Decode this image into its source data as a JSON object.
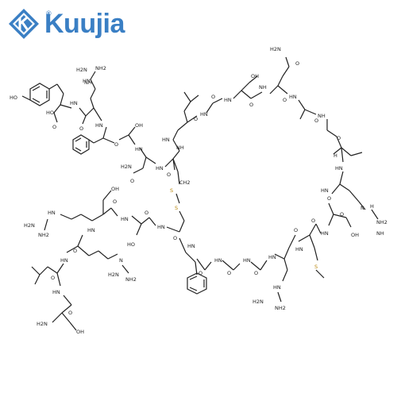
{
  "brand": {
    "name": "Kuujia",
    "registered_mark": "®",
    "icon": "kuujia-k-logo-icon",
    "color": "#3a7fc4"
  },
  "structure": {
    "bond_color": "#222222",
    "sulfur_color": "#b8860b",
    "atom_labels": {
      "ho": "HO",
      "oh": "OH",
      "o": "O",
      "nh": "NH",
      "hn": "HN",
      "n": "N",
      "h": "H",
      "h2n": "H2N",
      "nh2": "NH2",
      "s": "S",
      "ch2": "CH2"
    }
  }
}
